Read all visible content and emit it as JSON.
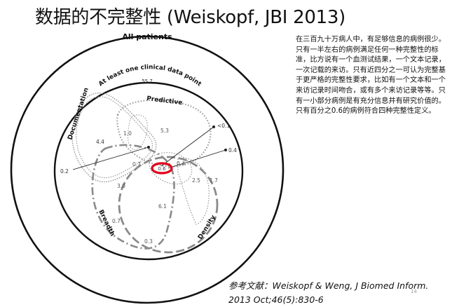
{
  "slide": {
    "title": "数据的不完整性 (Weiskopf, JBI 2013)",
    "page_number": "14"
  },
  "description": "在三百九十万病人中，有足够信息的病例很少。只有一半左右的病例满足任何一种完整性的标准，比方说有一个血测试结果，一个文本记录，一次记载的来访。只有近四分之一可认为完整基于更严格的完整性要求，比如有一个文本和一个来访记录时间吻合，或有多个来访记录等等。只有一小部分病例是有充分信息并有研究价值的。只有百分之0.6的病例符合四种完整性定义。",
  "reference": {
    "prefix": "参考文献：",
    "text": "Weiskopf & Weng, J Biomed Inform. 2013 Oct;46(5):830-6"
  },
  "diagram": {
    "outer_label": "All patients",
    "inner_label": "At least one clinical data point",
    "inner_value": "55.7",
    "sets": [
      "Documentation",
      "Predictive",
      "Breadth",
      "Density"
    ],
    "values": {
      "doc_only": "4.4",
      "doc_pred": "1.0",
      "pred_only": "5.3",
      "lt01": "<0.1",
      "v04_right": "0.4",
      "v02_left": "0.2",
      "v07_upper": "0.7",
      "center": "0.6",
      "v04_inner": "0.4",
      "v25": "2.5",
      "v17": "1.7",
      "v30": "3.0",
      "v61": "6.1",
      "v07_lower": "0.7",
      "v03": "0.3"
    },
    "highlight_color": "#e0001b",
    "line_color": "#8a8a8a"
  }
}
